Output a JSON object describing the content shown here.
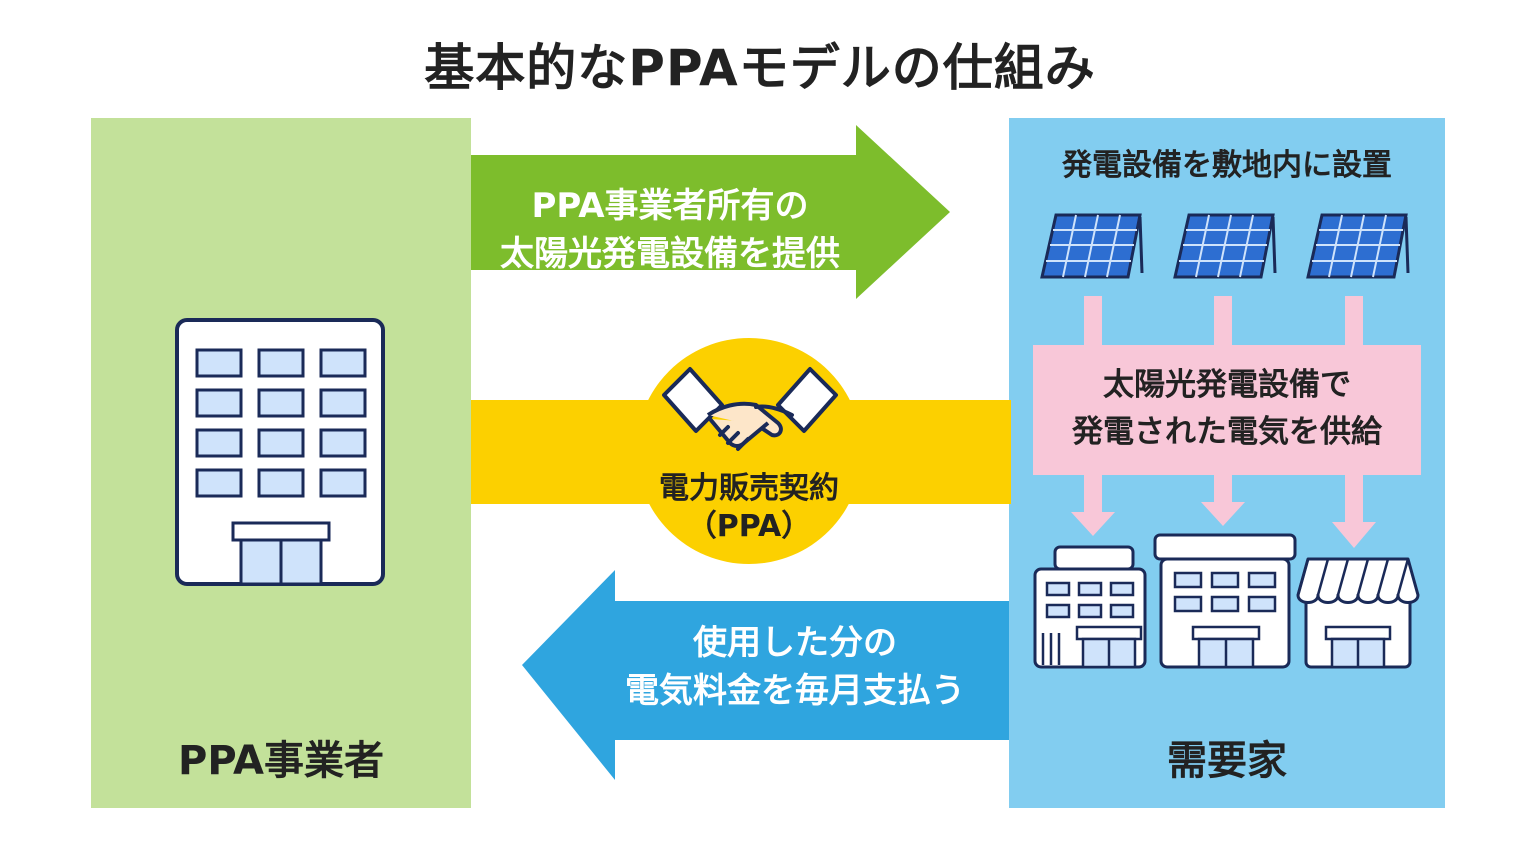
{
  "title": "基本的なPPAモデルの仕組み",
  "left_panel": {
    "label": "PPA事業者"
  },
  "right_panel": {
    "label": "需要家",
    "heading": "発電設備を敷地内に設置",
    "supply_text_line1": "太陽光発電設備で",
    "supply_text_line2": "発電された電気を供給"
  },
  "top_arrow": {
    "line1": "PPA事業者所有の",
    "line2": "太陽光発電設備を提供"
  },
  "contract": {
    "line1": "電力販売契約",
    "line2": "（PPA）"
  },
  "bottom_arrow": {
    "line1": "使用した分の",
    "line2": "電気料金を毎月支払う"
  },
  "colors": {
    "left_panel": "#c3e19a",
    "right_panel": "#82cdf0",
    "green_arrow": "#7dbd2c",
    "blue_arrow": "#2fa5df",
    "yellow": "#fcd000",
    "pink": "#f8c7d8",
    "outline": "#1a2a58",
    "window": "#cfe3fb"
  },
  "icons": [
    "office-building-icon",
    "handshake-icon",
    "solar-panel-icon",
    "customer-building-icon",
    "store-icon"
  ]
}
